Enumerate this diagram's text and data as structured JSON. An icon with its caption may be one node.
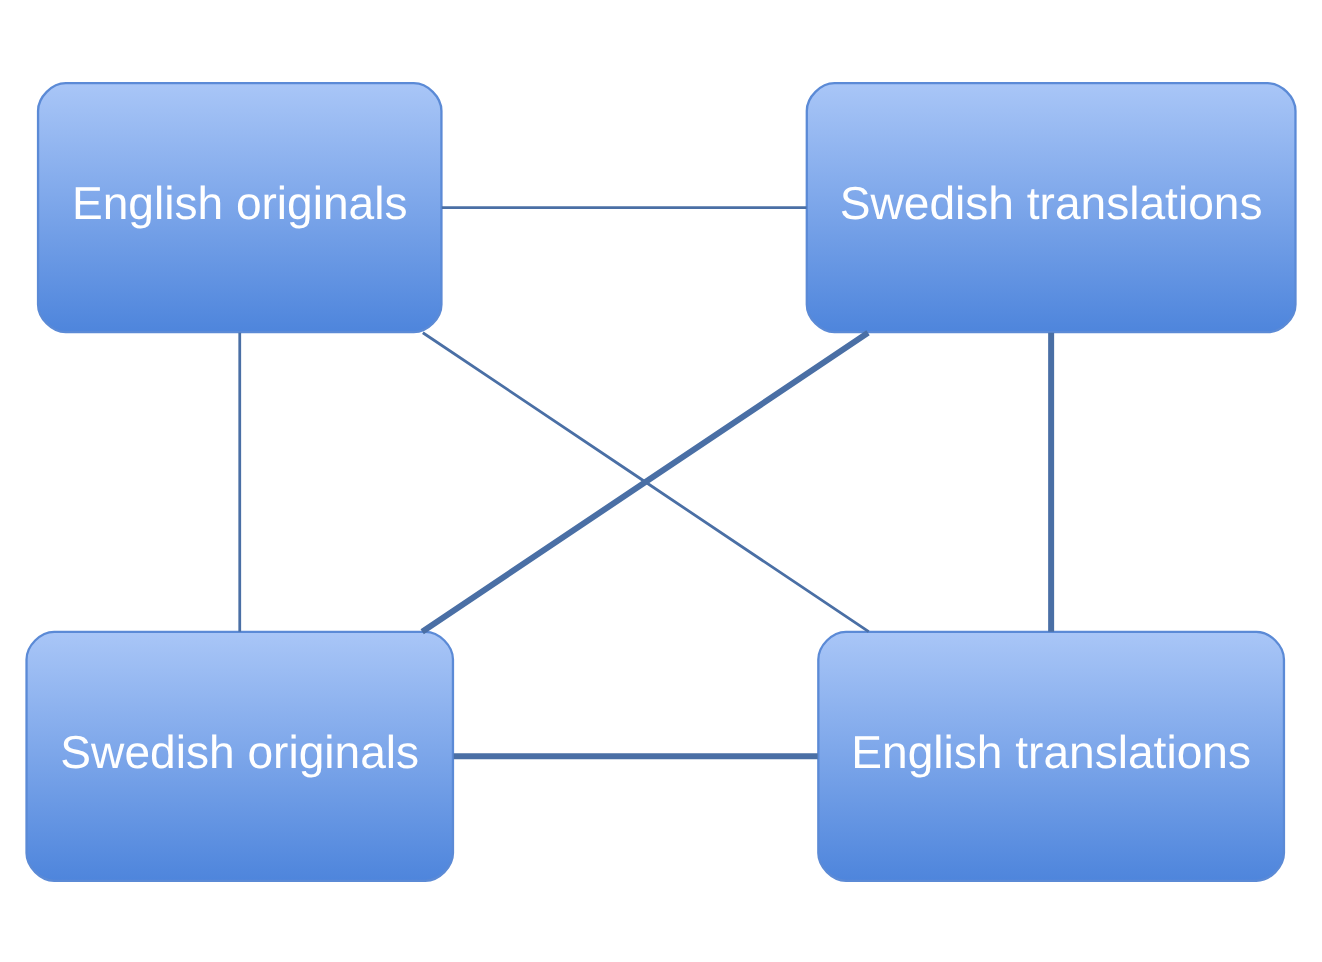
{
  "diagram": {
    "nodes": [
      {
        "text": [
          "English originals"
        ]
      },
      {
        "text": [
          "Swedish translations"
        ]
      },
      {
        "text": [
          "Swedish originals"
        ]
      },
      {
        "text": [
          "English translations"
        ]
      }
    ],
    "edges": [
      {
        "from": 0,
        "to": 1,
        "arrow": "none"
      },
      {
        "from": 0,
        "to": 2,
        "arrow": "none"
      },
      {
        "from": 0,
        "to": 3,
        "arrow": "none"
      },
      {
        "from": 1,
        "to": 2,
        "arrow": "none",
        "style": "thick"
      },
      {
        "from": 1,
        "to": 3,
        "arrow": "none",
        "style": "thick"
      },
      {
        "from": 2,
        "to": 3,
        "arrow": "none",
        "style": "thick"
      }
    ]
  }
}
